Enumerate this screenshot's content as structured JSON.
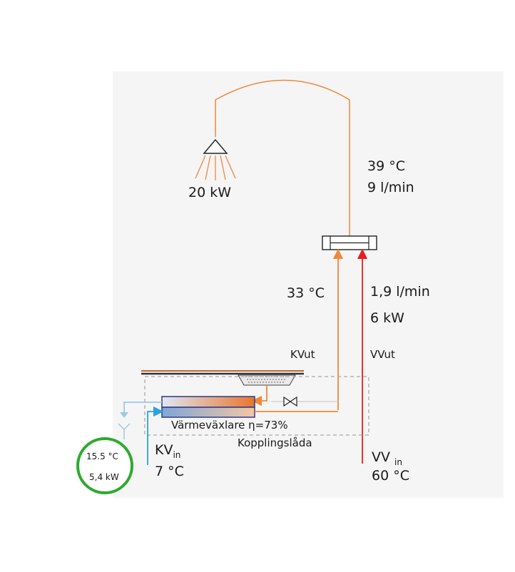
{
  "shower_power": "20 kW",
  "mixer_out": {
    "temp": "39 °C",
    "flow": "9 l/min"
  },
  "cold_out": {
    "temp": "33 °C",
    "label": "KVut"
  },
  "hot_out": {
    "flow": "1,9 l/min",
    "power": "6 kW",
    "label": "VVut"
  },
  "heat_exchanger": {
    "label": "Värmeväxlare η=73%"
  },
  "junction_box": {
    "label": "Kopplingslåda"
  },
  "cold_in": {
    "label": "KV",
    "sub": "in",
    "temp": "7 °C"
  },
  "hot_in": {
    "label": "VV",
    "sub": "in",
    "temp": "60 °C"
  },
  "drain_badge": {
    "temp": "15.5 °C",
    "power": "5,4 kW"
  },
  "colors": {
    "orange": "#f0883a",
    "red": "#ee1c1c",
    "blue": "#2aa3e0",
    "light_blue": "#9cc8e8",
    "green": "#2eaa2e",
    "gray_dash": "#a8a8a8"
  }
}
